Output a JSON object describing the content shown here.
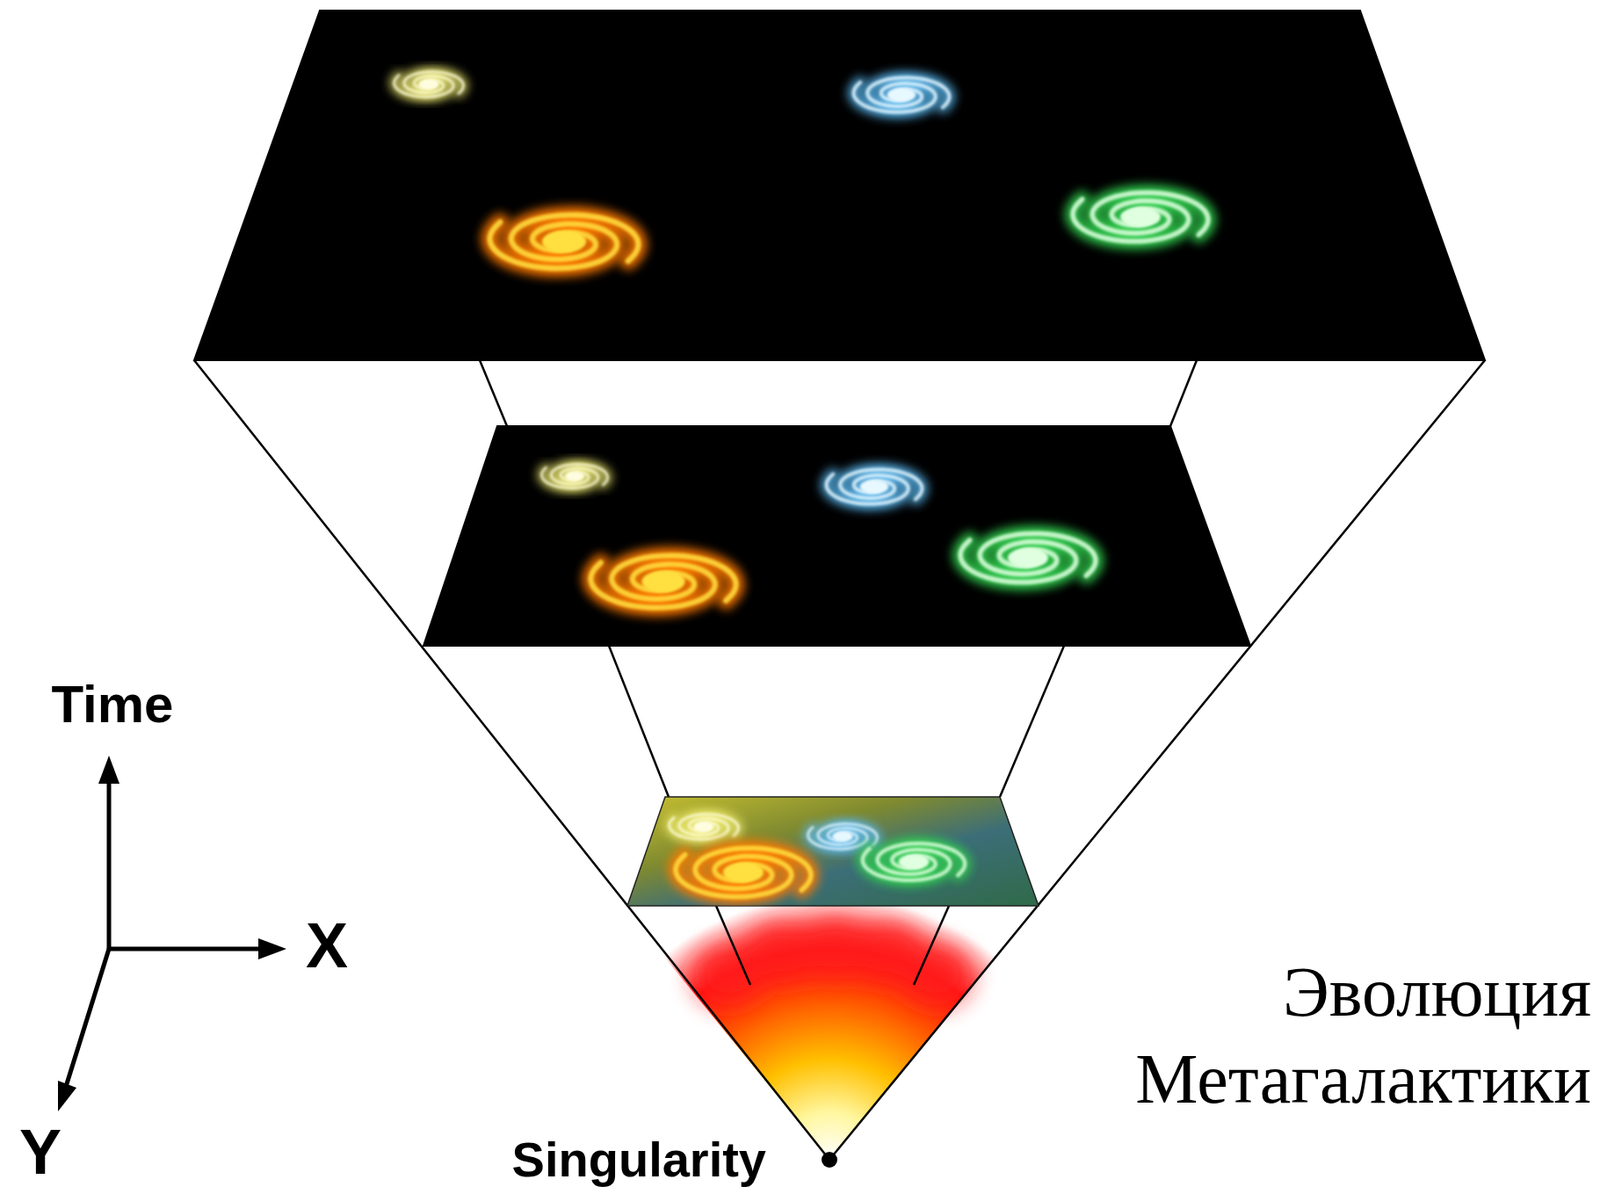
{
  "diagram": {
    "caption": "Эволюция Метагалактики",
    "labels": [
      "Time",
      "X",
      "Y",
      "Singularity"
    ]
  }
}
